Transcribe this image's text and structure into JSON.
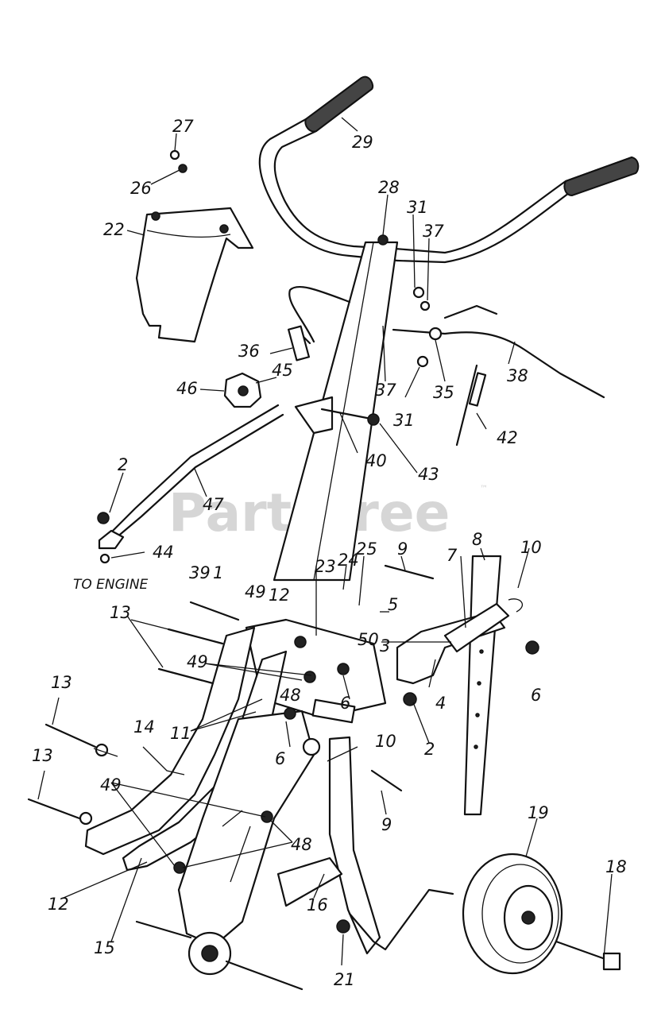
{
  "watermark": {
    "text": "PartsTree",
    "trademark": "™"
  },
  "note": {
    "to_engine": "TO ENGINE"
  },
  "callouts": [
    "27",
    "26",
    "22",
    "29",
    "28",
    "31",
    "37",
    "36",
    "46",
    "45",
    "37",
    "31",
    "35",
    "38",
    "42",
    "43",
    "40",
    "2",
    "47",
    "44",
    "25",
    "24",
    "39",
    "1",
    "12",
    "49",
    "23",
    "9",
    "8",
    "10",
    "7",
    "13",
    "5",
    "3",
    "50",
    "6",
    "4",
    "49",
    "6",
    "48",
    "11",
    "6",
    "13",
    "14",
    "2",
    "10",
    "13",
    "49",
    "9",
    "19",
    "48",
    "18",
    "12",
    "16",
    "15",
    "21"
  ]
}
